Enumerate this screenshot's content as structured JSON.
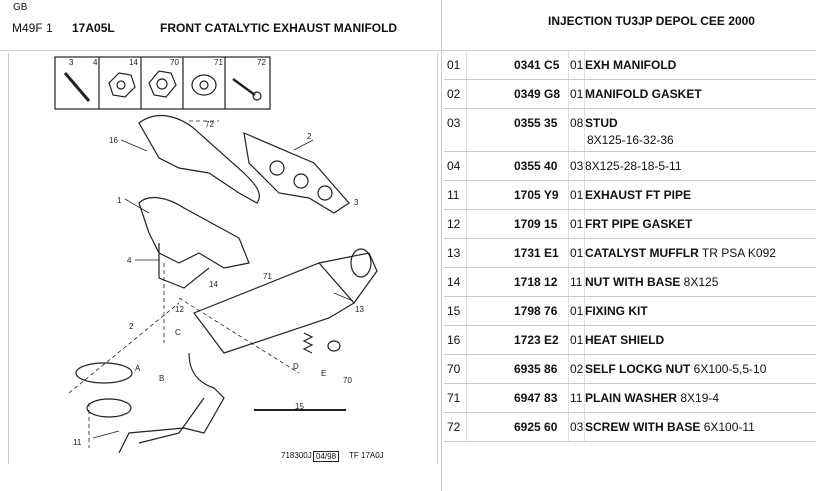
{
  "header": {
    "region": "GB",
    "model_code": "M49F 1",
    "group_code": "17A05L",
    "title": "FRONT CATALYTIC EXHAUST MANIFOLD",
    "engine": "INJECTION TU3JP DEPOL CEE 2000"
  },
  "diagram": {
    "callouts": [
      "3",
      "4",
      "14",
      "70",
      "71",
      "72",
      "16",
      "2",
      "1",
      "4",
      "72",
      "3",
      "71",
      "14",
      "13",
      "12",
      "2",
      "A",
      "B",
      "C",
      "D",
      "E",
      "70",
      "15",
      "11"
    ],
    "footer_ref": "718300J",
    "footer_date": "04/98",
    "footer_code": "TF 17A0J"
  },
  "parts": [
    {
      "idx": "01",
      "ref": "0341 C5",
      "qty": "01",
      "desc": "EXH MANIFOLD",
      "ext": ""
    },
    {
      "idx": "02",
      "ref": "0349 G8",
      "qty": "01",
      "desc": "MANIFOLD GASKET",
      "ext": ""
    },
    {
      "idx": "03",
      "ref": "0355 35",
      "qty": "08",
      "desc": "STUD",
      "ext": "8X125-16-32-36"
    },
    {
      "idx": "04",
      "ref": "0355 40",
      "qty": "03",
      "desc": "",
      "ext": "8X125-28-18-5-11"
    },
    {
      "idx": "11",
      "ref": "1705 Y9",
      "qty": "01",
      "desc": "EXHAUST FT PIPE",
      "ext": ""
    },
    {
      "idx": "12",
      "ref": "1709 15",
      "qty": "01",
      "desc": "FRT PIPE GASKET",
      "ext": ""
    },
    {
      "idx": "13",
      "ref": "1731 E1",
      "qty": "01",
      "desc": "CATALYST  MUFFLR",
      "ext": "TR PSA K092"
    },
    {
      "idx": "14",
      "ref": "1718 12",
      "qty": "11",
      "desc": "NUT WITH BASE",
      "ext": "8X125"
    },
    {
      "idx": "15",
      "ref": "1798 76",
      "qty": "01",
      "desc": "FIXING KIT",
      "ext": ""
    },
    {
      "idx": "16",
      "ref": "1723 E2",
      "qty": "01",
      "desc": "HEAT SHIELD",
      "ext": ""
    },
    {
      "idx": "70",
      "ref": "6935 86",
      "qty": "02",
      "desc": "SELF LOCKG NUT",
      "ext": "6X100-5,5-10"
    },
    {
      "idx": "71",
      "ref": "6947 83",
      "qty": "11",
      "desc": "PLAIN WASHER",
      "ext": "8X19-4"
    },
    {
      "idx": "72",
      "ref": "6925 60",
      "qty": "03",
      "desc": "SCREW WITH BASE",
      "ext": "6X100-11"
    }
  ]
}
